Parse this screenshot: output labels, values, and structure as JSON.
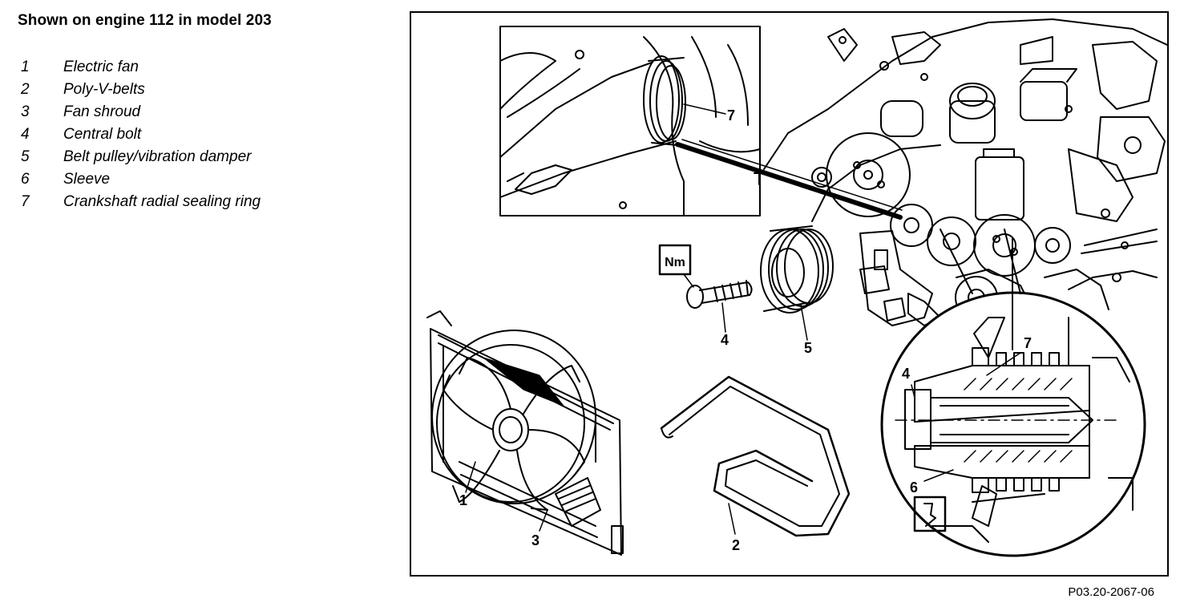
{
  "heading": "Shown on engine 112 in model 203",
  "legend": [
    {
      "num": "1",
      "label": "Electric fan"
    },
    {
      "num": "2",
      "label": "Poly-V-belts"
    },
    {
      "num": "3",
      "label": "Fan shroud"
    },
    {
      "num": "4",
      "label": "Central bolt"
    },
    {
      "num": "5",
      "label": "Belt pulley/vibration damper"
    },
    {
      "num": "6",
      "label": "Sleeve"
    },
    {
      "num": "7",
      "label": "Crankshaft radial sealing ring"
    }
  ],
  "callouts": {
    "c1": "1",
    "c2": "2",
    "c3": "3",
    "c4": "4",
    "c5": "5",
    "c7_inset": "7",
    "c4_detail": "4",
    "c7_detail": "7",
    "c6_detail": "6"
  },
  "torque_symbol": "Nm",
  "reference_code": "P03.20-2067-06"
}
